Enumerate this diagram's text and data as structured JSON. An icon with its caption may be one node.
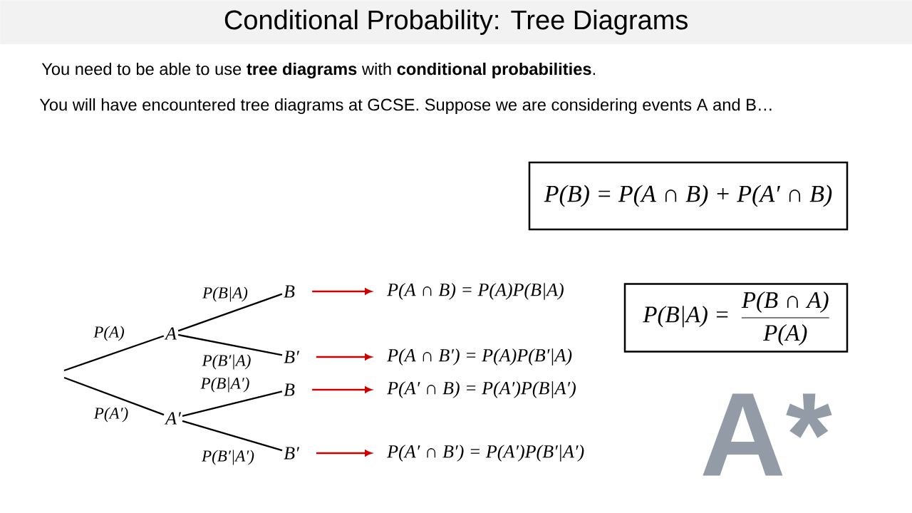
{
  "diagram": {
    "title": "Conditional Probability: Tree Diagrams",
    "nodes": [
      {
        "text": [
          "P(B) = P(A ∩ B) + P(A′ ∩ B)"
        ]
      },
      {
        "text": [
          "A"
        ]
      },
      {
        "text": [
          "A′"
        ]
      },
      {
        "text": [
          "B"
        ]
      },
      {
        "text": [
          "B′"
        ]
      },
      {
        "text": [
          "B"
        ]
      },
      {
        "text": [
          "B′"
        ]
      },
      {
        "text": [
          "P(A ∩ B) = P(A)P(B|A)"
        ]
      },
      {
        "text": [
          "P(A ∩ B′) = P(A)P(B′|A)"
        ]
      },
      {
        "text": [
          "P(A′ ∩ B) = P(A′)P(B|A′)"
        ]
      },
      {
        "text": [
          "P(A′ ∩ B′) = P(A′)P(B′|A′)"
        ]
      },
      {
        "text": [
          "P(B|A) =",
          "P(B ∩ A)",
          "P(A)"
        ]
      }
    ],
    "edges": [
      {
        "from": null,
        "to": 1,
        "arrow": "none",
        "label": "P(A)"
      },
      {
        "from": null,
        "to": 2,
        "arrow": "none",
        "label": "P(A′)"
      },
      {
        "from": 1,
        "to": 3,
        "arrow": "none",
        "label": "P(B|A)"
      },
      {
        "from": 1,
        "to": 4,
        "arrow": "none",
        "label": "P(B′|A)"
      },
      {
        "from": 2,
        "to": 5,
        "arrow": "none",
        "label": "P(B|A′)"
      },
      {
        "from": 2,
        "to": 6,
        "arrow": "none",
        "label": "P(B′|A′)"
      },
      {
        "from": 3,
        "to": 7,
        "arrow": "to",
        "color": "#d00000"
      },
      {
        "from": 4,
        "to": 8,
        "arrow": "to",
        "color": "#d00000"
      },
      {
        "from": 5,
        "to": 9,
        "arrow": "to",
        "color": "#d00000"
      },
      {
        "from": 6,
        "to": 10,
        "arrow": "to",
        "color": "#d00000"
      }
    ],
    "labels": [
      "You need to be able to use **tree diagrams** with **conditional probabilities**.",
      "You will have encountered tree diagrams at GCSE. Suppose we are considering events A and B…",
      "A*"
    ]
  }
}
